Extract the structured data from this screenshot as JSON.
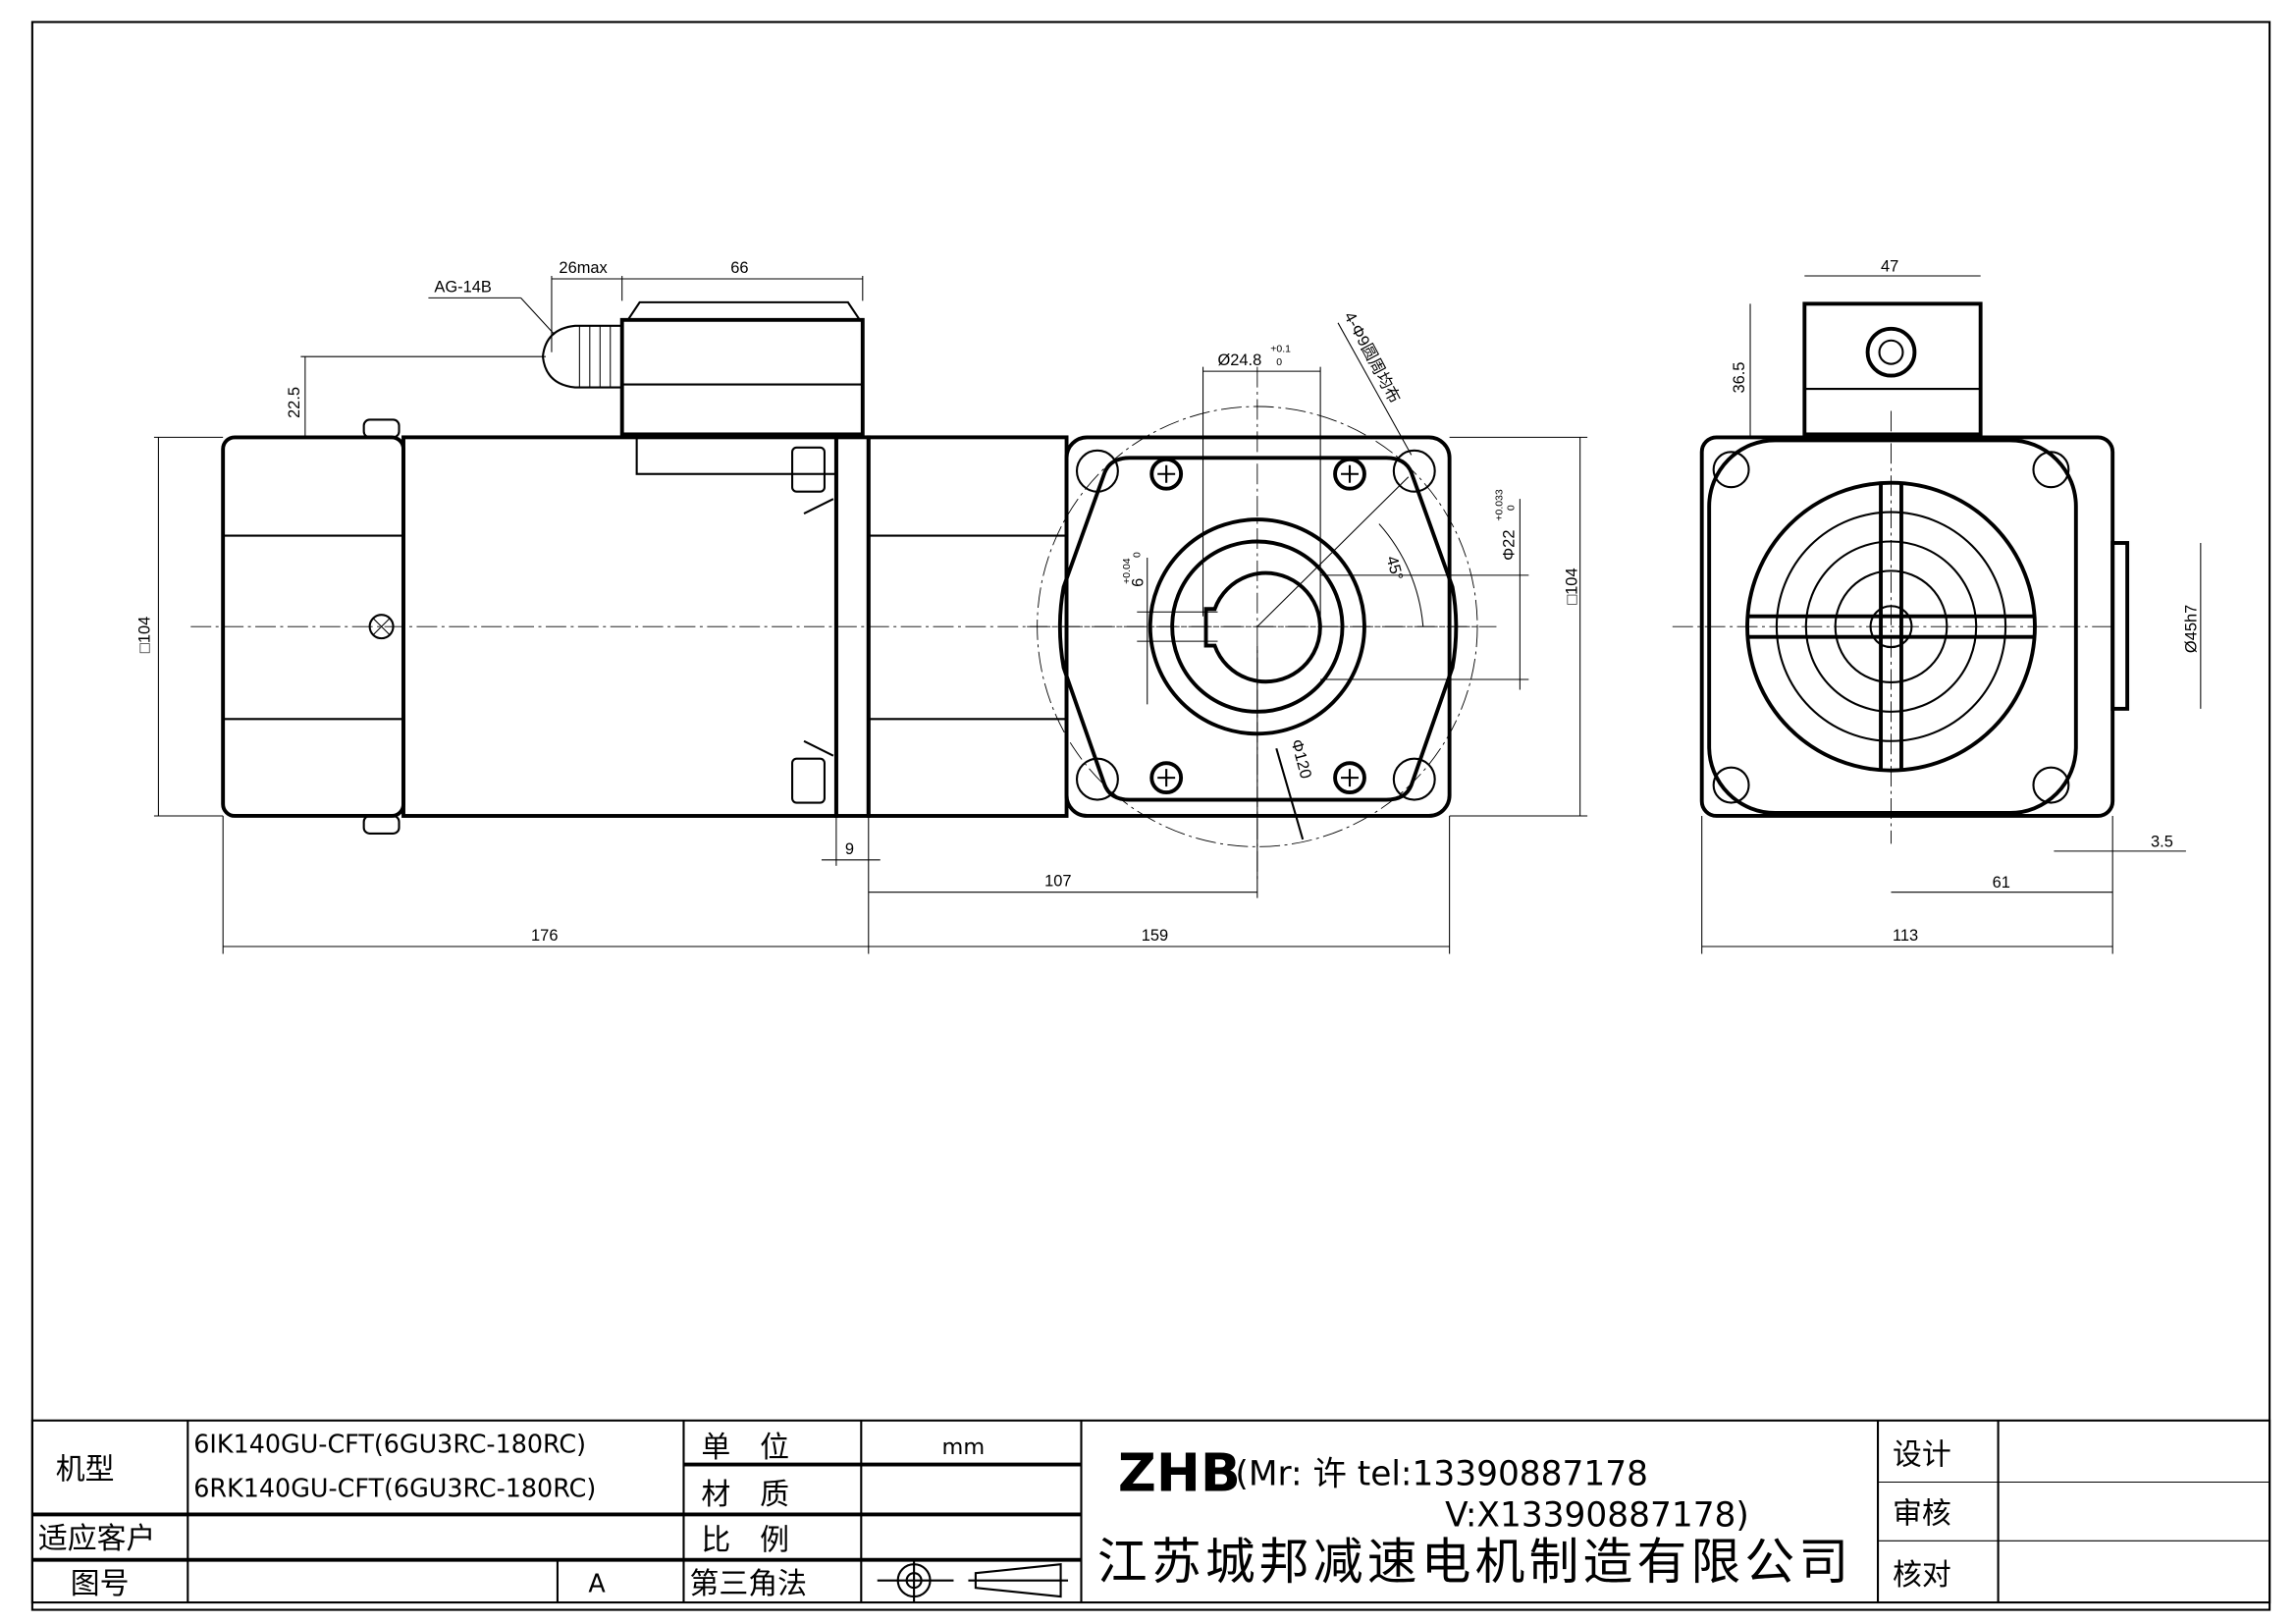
{
  "dimensions": {
    "cable_gland": "AG-14B",
    "gland_length": "26max",
    "terminal_box_width": "66",
    "terminal_offset": "22.5",
    "motor_square_left": "□104",
    "motor_length": "176",
    "flange_thickness": "9",
    "shaft_offset": "107",
    "gearbox_length": "159",
    "bore_diameter": "Ø24.8",
    "bore_tol_upper": "+0.1",
    "bore_tol_lower": "0",
    "mount_holes": "4-Φ9圆周均布",
    "key_width": "6",
    "key_tol_upper": "+0.04",
    "key_tol_lower": "0",
    "shaft_diameter": "Φ22",
    "shaft_tol_upper": "+0.033",
    "shaft_tol_lower": "0",
    "angle": "45°",
    "pcd": "Φ120",
    "gearbox_square": "□104",
    "rear_box_width": "47",
    "rear_box_height": "36.5",
    "pilot_diameter": "Ø45h7",
    "pilot_depth": "3.5",
    "rear_offset": "61",
    "rear_width": "113"
  },
  "title_block": {
    "model_label": "机型",
    "model_1": "6IK140GU-CFT(6GU3RC-180RC)",
    "model_2": "6RK140GU-CFT(6GU3RC-180RC)",
    "customer_label": "适应客户",
    "drawing_no_label": "图号",
    "revision": "A",
    "unit_label": "单　位",
    "unit_value": "mm",
    "material_label": "材　质",
    "scale_label": "比　例",
    "projection_label": "第三角法",
    "brand": "ZHB",
    "contact_line1": "(Mr: 许 tel:13390887178",
    "contact_line2": "V:X13390887178)",
    "company": "江苏城邦减速电机制造有限公司",
    "design_label": "设计",
    "review_label": "审核",
    "check_label": "核对"
  }
}
